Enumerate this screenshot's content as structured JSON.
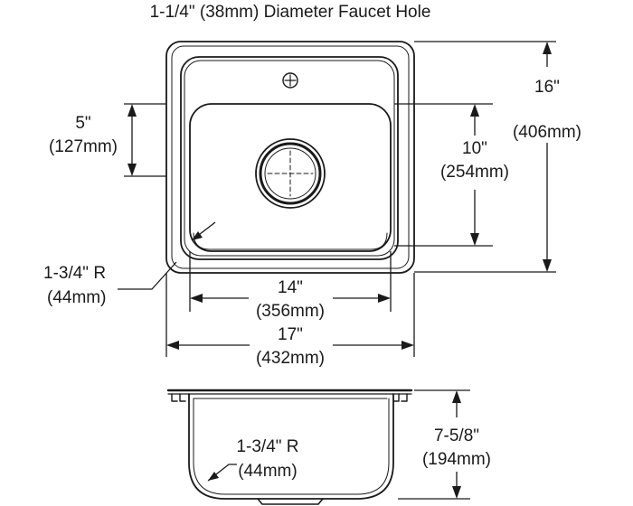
{
  "faucet_hole": "1-1/4\" (38mm) Diameter Faucet Hole",
  "overall_length": {
    "imperial": "16\"",
    "metric": "(406mm)"
  },
  "bowl_length": {
    "imperial": "10\"",
    "metric": "(254mm)"
  },
  "drain_offset": {
    "imperial": "5\"",
    "metric": "(127mm)"
  },
  "corner_radius_top": {
    "imperial": "1-3/4\" R",
    "metric": "(44mm)"
  },
  "bowl_width": {
    "imperial": "14\"",
    "metric": "(356mm)"
  },
  "overall_width": {
    "imperial": "17\"",
    "metric": "(432mm)"
  },
  "corner_radius_side": {
    "imperial": "1-3/4\" R",
    "metric": "(44mm)"
  },
  "depth": {
    "imperial": "7-5/8\"",
    "metric": "(194mm)"
  }
}
